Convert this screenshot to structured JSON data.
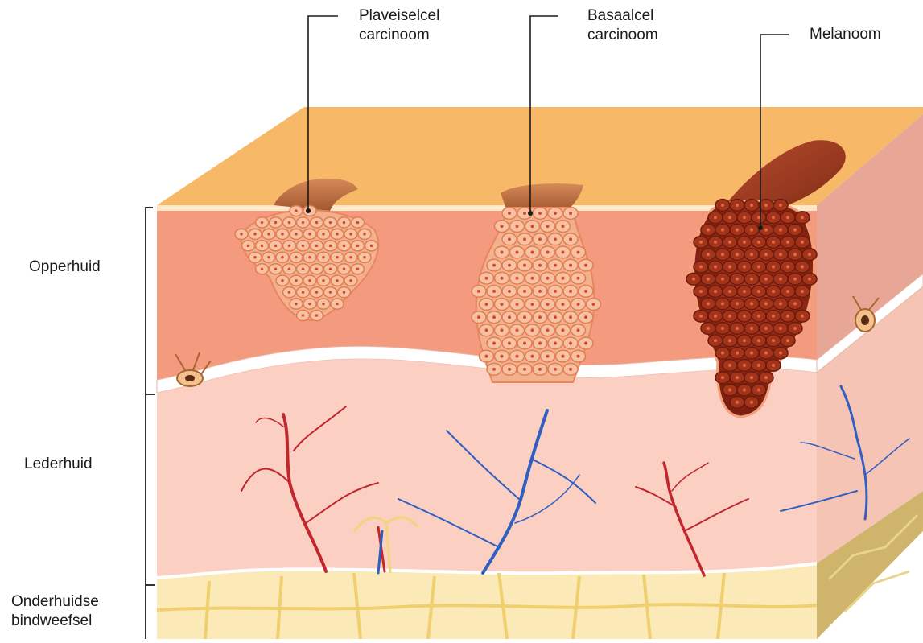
{
  "callouts": [
    {
      "lines": [
        "Plaveiselcel",
        "carcinoom"
      ]
    },
    {
      "lines": [
        "Basaalcel",
        "carcinoom"
      ]
    },
    {
      "lines": [
        "Melanoom"
      ]
    }
  ],
  "layers": [
    {
      "lines": [
        "Opperhuid"
      ]
    },
    {
      "lines": [
        "Lederhuid"
      ]
    },
    {
      "lines": [
        "Onderhuidse",
        "bindweefsel"
      ]
    }
  ],
  "colors": {
    "skin_top": "#f7b967",
    "epidermis": "#f49a7f",
    "dermis": "#fbcfc2",
    "subcutis": "#fbeab7",
    "fat_lines": "#f0cf6e",
    "artery": "#c1272d",
    "vein": "#2f5fc0",
    "melanoma": "#8e2a1a",
    "tumor_cell": "#f6b38f"
  }
}
